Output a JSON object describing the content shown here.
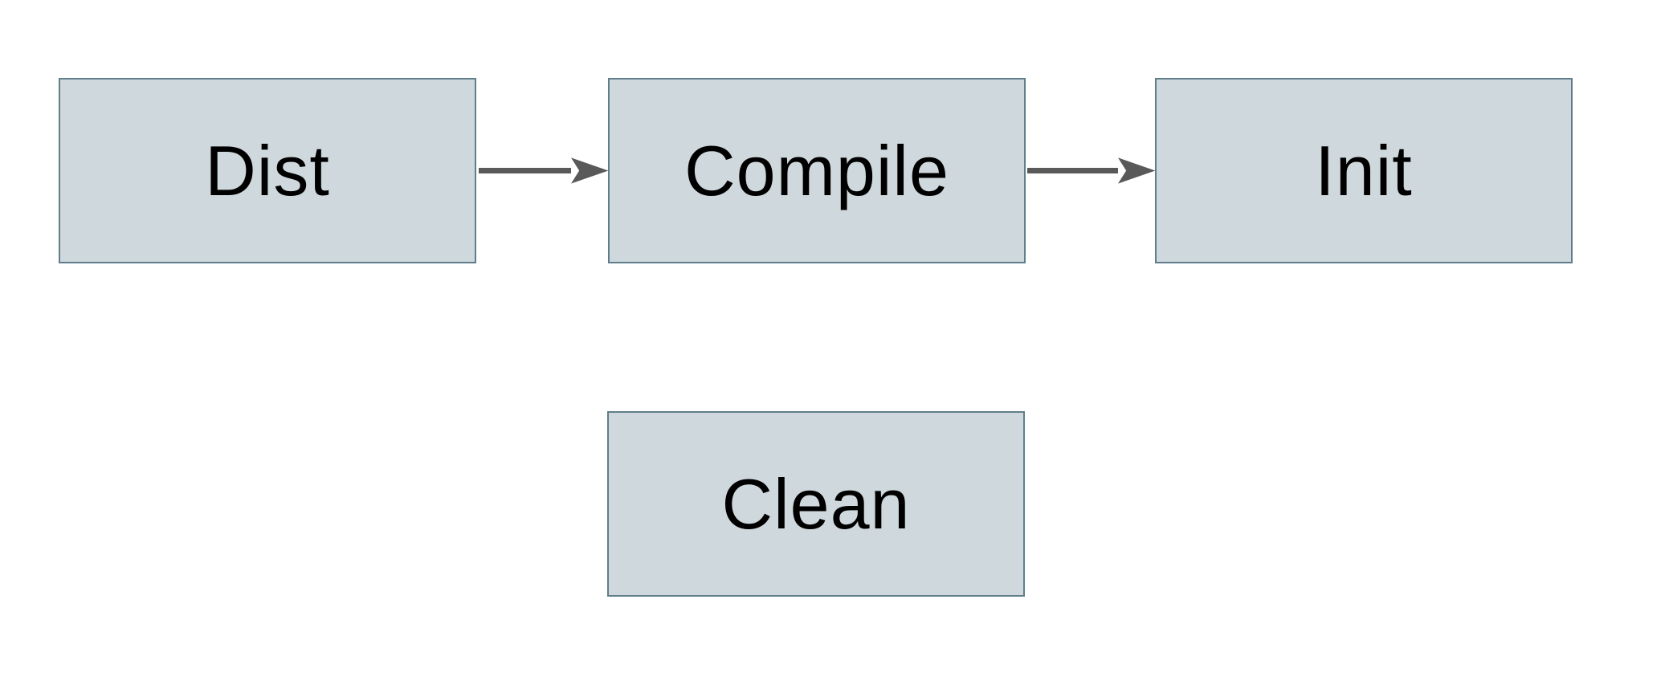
{
  "diagram": {
    "background_color": "#ffffff",
    "node_fill_color": "#cfd8dc",
    "node_border_color": "#607d8b",
    "node_text_color": "#000000",
    "arrow_color": "#595959",
    "nodes": [
      {
        "id": "dist",
        "label": "Dist"
      },
      {
        "id": "compile",
        "label": "Compile"
      },
      {
        "id": "init",
        "label": "Init"
      },
      {
        "id": "clean",
        "label": "Clean"
      }
    ],
    "edges": [
      {
        "from": "Dist",
        "to": "Compile"
      },
      {
        "from": "Compile",
        "to": "Init"
      }
    ]
  }
}
